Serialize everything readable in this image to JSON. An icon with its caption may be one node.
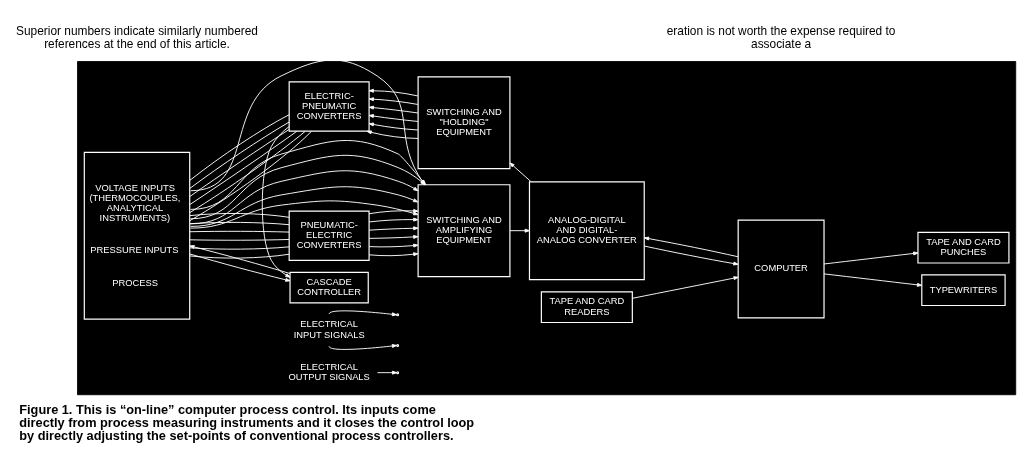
{
  "diagram": {
    "caption": "Figure 1. This is “on-line” computer process control. Its inputs come directly from process measuring instruments and it closes the control loop by directly adjusting the set-points of conventional process controllers.",
    "nodes": [
      {
        "text": [],
        "shape": "box"
      },
      {
        "text": [
          "VOLTAGE INPUTS (THERMOCOUPLES, ANALYTICAL INSTRUMENTS)",
          "PRESSURE INPUTS",
          "PROCESS"
        ],
        "in": 0
      },
      {
        "text": [
          "ELECTRICAL INPUT SIGNALS"
        ],
        "in": 0
      },
      {
        "text": [
          "SWITCHING AND AMPLIFYING EQUIPMENT"
        ],
        "in": 0
      },
      {
        "text": [
          "TAPE AND CARD READERS"
        ],
        "in": 0
      },
      {
        "text": [
          "PNEUMATIC-ELECTRIC CONVERTERS"
        ],
        "in": 0
      },
      {
        "text": [
          "ANALOG-DIGITAL AND DIGITAL-ANALOG CONVERTER"
        ],
        "in": 0
      },
      {
        "text": [
          "COMPUTER"
        ],
        "in": 0
      },
      {
        "text": [
          "ELECTRIC-PNEUMATIC CONVERTERS"
        ],
        "in": 0
      },
      {
        "text": [
          "SWITCHING AND \"HOLDING\" EQUIPMENT"
        ],
        "in": 0
      },
      {
        "text": [
          "CASCADE CONTROLLER"
        ],
        "in": 0
      },
      {
        "text": [
          "TYPEWRITERS"
        ],
        "in": 0
      },
      {
        "text": [
          "TAPE AND CARD PUNCHES"
        ],
        "in": 0
      },
      {
        "text": [
          "ELECTRICAL OUTPUT SIGNALS"
        ],
        "in": 0
      }
    ],
    "edges": [
      {
        "from": 1,
        "to": 3,
        "arrow": "to"
      },
      {
        "from": 1,
        "to": 3,
        "arrow": "to"
      },
      {
        "from": 1,
        "to": 3,
        "arrow": "to"
      },
      {
        "from": 1,
        "to": 3,
        "arrow": "to"
      },
      {
        "from": 1,
        "to": 3,
        "arrow": "to"
      },
      {
        "from": 1,
        "to": 3,
        "arrow": "to"
      },
      {
        "from": 1,
        "to": 5,
        "arrow": "none"
      },
      {
        "from": 1,
        "to": 5,
        "arrow": "none"
      },
      {
        "from": 1,
        "to": 5,
        "arrow": "none"
      },
      {
        "from": 1,
        "to": 5,
        "arrow": "none"
      },
      {
        "from": 1,
        "to": 5,
        "arrow": "none"
      },
      {
        "from": 1,
        "to": 5,
        "arrow": "none"
      },
      {
        "from": 5,
        "to": 3,
        "arrow": "to"
      },
      {
        "from": 5,
        "to": 3,
        "arrow": "to"
      },
      {
        "from": 5,
        "to": 3,
        "arrow": "to"
      },
      {
        "from": 5,
        "to": 3,
        "arrow": "to"
      },
      {
        "from": 5,
        "to": 3,
        "arrow": "to"
      },
      {
        "from": 5,
        "to": 3,
        "arrow": "to"
      },
      {
        "from": 3,
        "to": 6,
        "arrow": "to"
      },
      {
        "from": 6,
        "to": 9,
        "arrow": "to"
      },
      {
        "from": 6,
        "to": 7,
        "arrow": "to"
      },
      {
        "from": 7,
        "to": 6,
        "arrow": "to"
      },
      {
        "from": 4,
        "to": 7,
        "arrow": "to"
      },
      {
        "from": 7,
        "to": 11,
        "arrow": "to"
      },
      {
        "from": 7,
        "to": 12,
        "arrow": "to"
      },
      {
        "from": 9,
        "to": 8,
        "arrow": "to"
      },
      {
        "from": 9,
        "to": 8,
        "arrow": "to"
      },
      {
        "from": 9,
        "to": 8,
        "arrow": "to"
      },
      {
        "from": 9,
        "to": 8,
        "arrow": "to"
      },
      {
        "from": 9,
        "to": 8,
        "arrow": "to"
      },
      {
        "from": 9,
        "to": 8,
        "arrow": "to"
      },
      {
        "from": 8,
        "to": 1,
        "arrow": "none"
      },
      {
        "from": 8,
        "to": 1,
        "arrow": "none"
      },
      {
        "from": 8,
        "to": 1,
        "arrow": "none"
      },
      {
        "from": 8,
        "to": 1,
        "arrow": "none"
      },
      {
        "from": 8,
        "to": 1,
        "arrow": "none"
      },
      {
        "from": 8,
        "to": 1,
        "arrow": "none"
      },
      {
        "from": 8,
        "to": 10,
        "arrow": "to"
      },
      {
        "from": 1,
        "to": 10,
        "arrow": "to"
      },
      {
        "from": 10,
        "to": 1,
        "arrow": "to"
      },
      {
        "from": 2,
        "to": null,
        "arrow": "to"
      },
      {
        "from": 2,
        "to": null,
        "arrow": "to"
      },
      {
        "from": 13,
        "to": null,
        "arrow": "to"
      }
    ],
    "labels": [
      "Superior numbers indicate similarly numbered references at the end of this article.",
      "eration is not worth the expense required to associate a"
    ]
  }
}
